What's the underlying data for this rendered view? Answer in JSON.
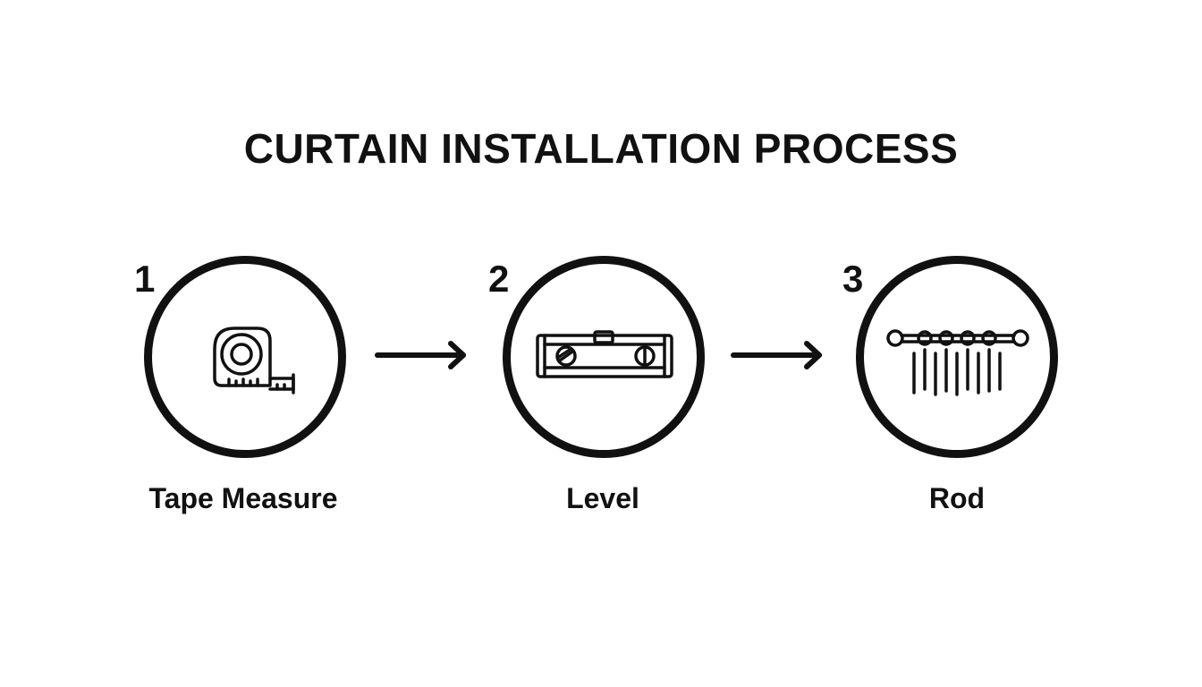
{
  "title": "CURTAIN INSTALLATION PROCESS",
  "steps": [
    {
      "number": "1",
      "label": "Tape Measure",
      "icon": "tape-measure-icon"
    },
    {
      "number": "2",
      "label": "Level",
      "icon": "spirit-level-icon"
    },
    {
      "number": "3",
      "label": "Rod",
      "icon": "curtain-rod-icon"
    }
  ],
  "colors": {
    "stroke": "#111111",
    "background": "#ffffff"
  }
}
